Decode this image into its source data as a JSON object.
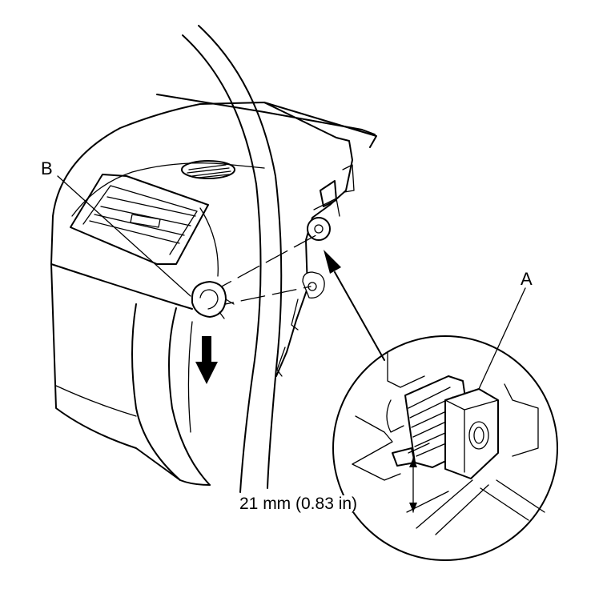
{
  "labels": {
    "b": "B",
    "a": "A",
    "dimension": "21 mm (0.83 in)"
  },
  "colors": {
    "line": "#000000",
    "background": "#ffffff"
  }
}
